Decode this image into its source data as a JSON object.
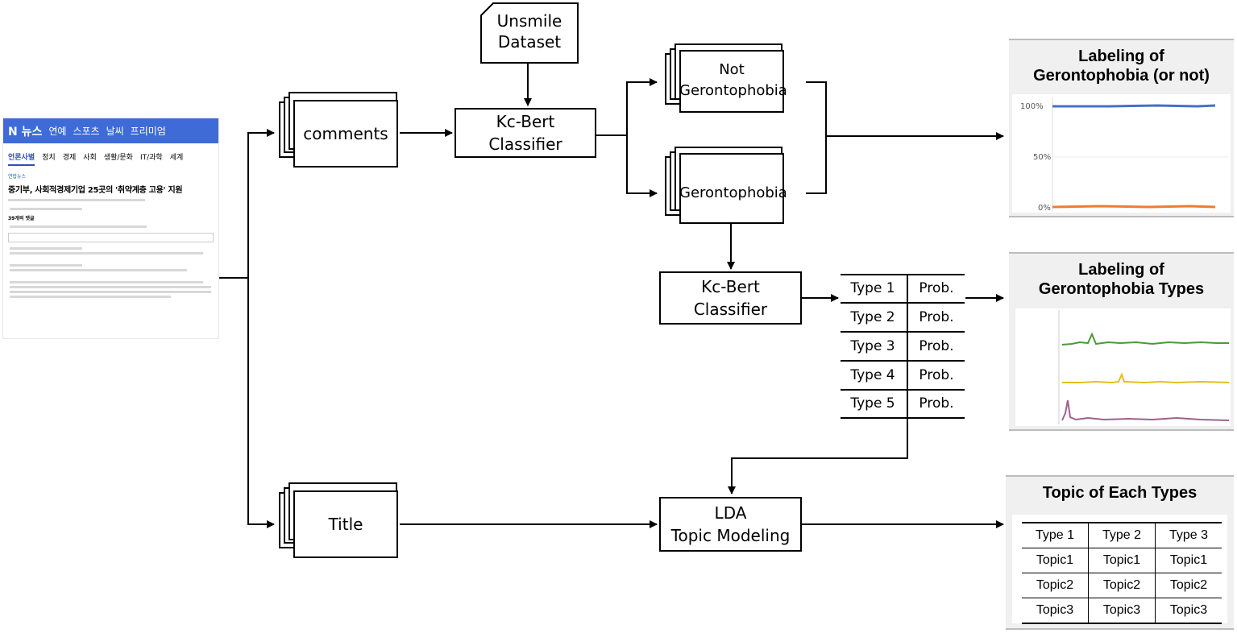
{
  "news": {
    "brand": "N 뉴스",
    "nav": [
      "연예",
      "스포츠",
      "날씨",
      "프리미엄"
    ],
    "tabs": [
      "언론사별",
      "정치",
      "경제",
      "사회",
      "생활/문화",
      "IT/과학",
      "세계"
    ],
    "source": "연합뉴스",
    "headline": "중기부, 사회적경제기업 25곳의 '취약계층 고용' 지원",
    "comment_count": "39개의 댓글"
  },
  "nodes": {
    "unsmile": "Unsmile\nDataset",
    "comments": "comments",
    "title": "Title",
    "kcbert1": "Kc-Bert\nClassifier",
    "not_gerontophobia": "Not\nGerontophobia",
    "gerontophobia": "Gerontophobia",
    "kcbert2": "Kc-Bert\nClassifier",
    "lda": "LDA\nTopic Modeling"
  },
  "type_table": {
    "rows": [
      {
        "type": "Type 1",
        "prob": "Prob."
      },
      {
        "type": "Type 2",
        "prob": "Prob."
      },
      {
        "type": "Type 3",
        "prob": "Prob."
      },
      {
        "type": "Type 4",
        "prob": "Prob."
      },
      {
        "type": "Type 5",
        "prob": "Prob."
      }
    ]
  },
  "panels": {
    "labeling": {
      "title": "Labeling of\nGerontophobia (or not)",
      "ticks": [
        "100%",
        "50%",
        "0%"
      ],
      "colors": {
        "line_top": "#4472c4",
        "line_bottom": "#ed7d31"
      }
    },
    "types": {
      "title": "Labeling of\nGerontophobia Types",
      "colors": {
        "green": "#4a9a3a",
        "yellow": "#e0c020",
        "purple": "#a06090"
      }
    },
    "topics": {
      "title": "Topic of Each Types",
      "header": [
        "Type 1",
        "Type 2",
        "Type 3"
      ],
      "rows": [
        [
          "Topic1",
          "Topic1",
          "Topic1"
        ],
        [
          "Topic2",
          "Topic2",
          "Topic2"
        ],
        [
          "Topic3",
          "Topic3",
          "Topic3"
        ]
      ]
    }
  }
}
